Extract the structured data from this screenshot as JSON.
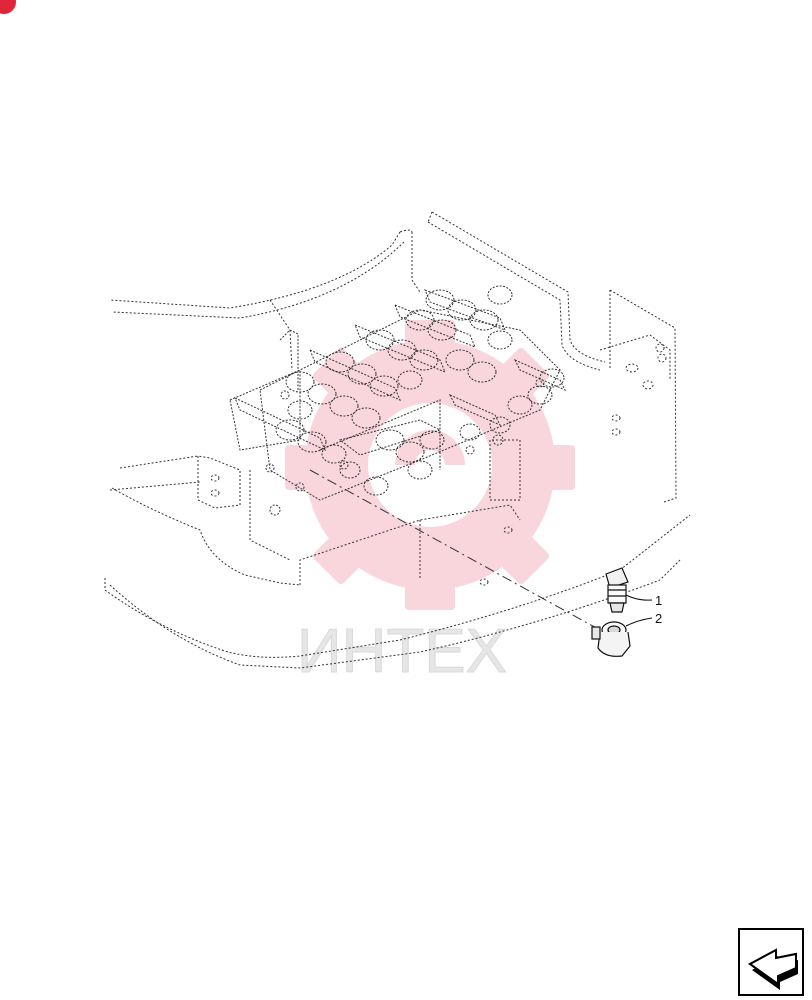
{
  "callouts": [
    {
      "number": "1"
    },
    {
      "number": "2"
    }
  ],
  "watermark": {
    "text": "ИНТЕХ",
    "color": "#f2b8bf"
  },
  "brand_color": "#e2263a",
  "icons": {
    "corner": "brand-logo-icon",
    "navigation": "next-page-arrow-icon"
  }
}
